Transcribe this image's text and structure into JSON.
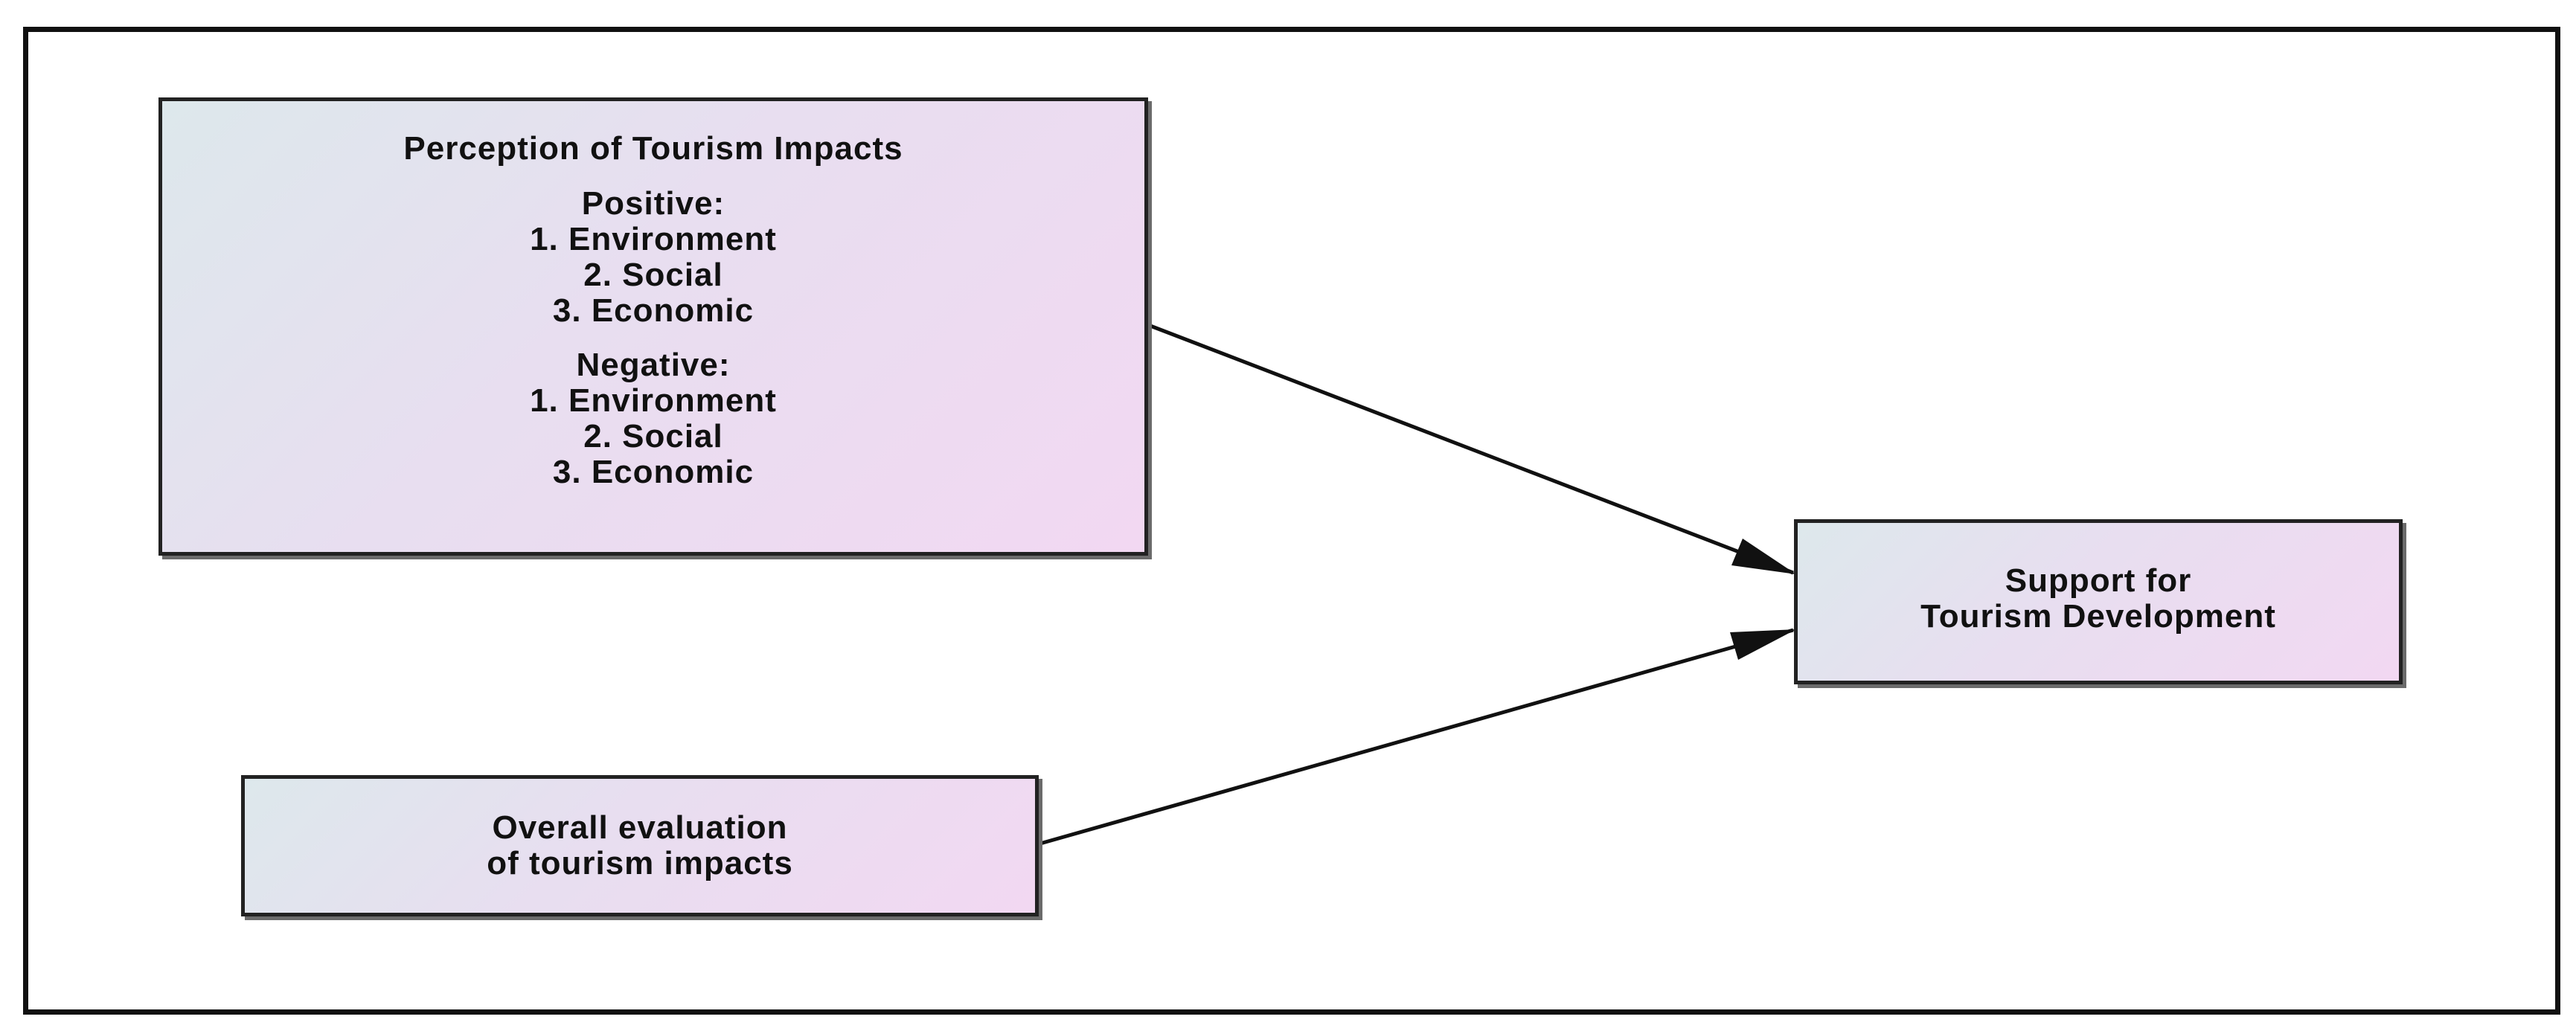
{
  "diagram": {
    "nodes": {
      "perception": {
        "title": "Perception of Tourism Impacts",
        "positive": {
          "heading": "Positive:",
          "items": [
            "1. Environment",
            "2. Social",
            "3. Economic"
          ]
        },
        "negative": {
          "heading": "Negative:",
          "items": [
            "1. Environment",
            "2. Social",
            "3. Economic"
          ]
        }
      },
      "support": {
        "lines": [
          "Support for",
          "Tourism Development"
        ]
      },
      "overall": {
        "lines": [
          "Overall evaluation",
          "of tourism impacts"
        ]
      }
    },
    "edges": [
      {
        "from": "perception",
        "to": "support"
      },
      {
        "from": "overall",
        "to": "support"
      }
    ]
  }
}
